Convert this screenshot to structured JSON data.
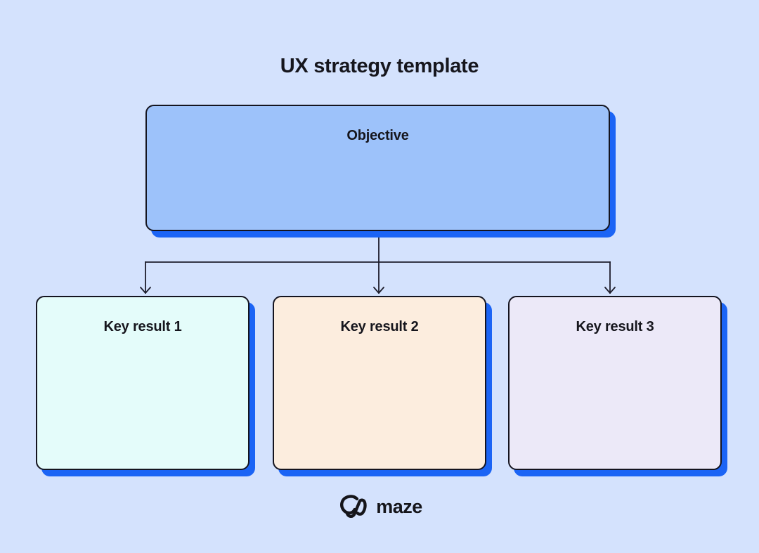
{
  "canvas": {
    "background": "#d4e2fd",
    "title": "UX strategy template",
    "text_color": "#16161d"
  },
  "nodes": {
    "objective": {
      "label": "Objective",
      "fill": "#9dc2fa"
    },
    "key_result_1": {
      "label": "Key result 1",
      "fill": "#e4fcfa"
    },
    "key_result_2": {
      "label": "Key result 2",
      "fill": "#fcedde"
    },
    "key_result_3": {
      "label": "Key result 3",
      "fill": "#ece9f8"
    }
  },
  "style": {
    "node_border": "#14141f",
    "node_shadow": "#1b64f5",
    "connector": "#1d1d2b"
  },
  "footer": {
    "brand": "maze",
    "logo_icon": "maze-logo-icon"
  }
}
